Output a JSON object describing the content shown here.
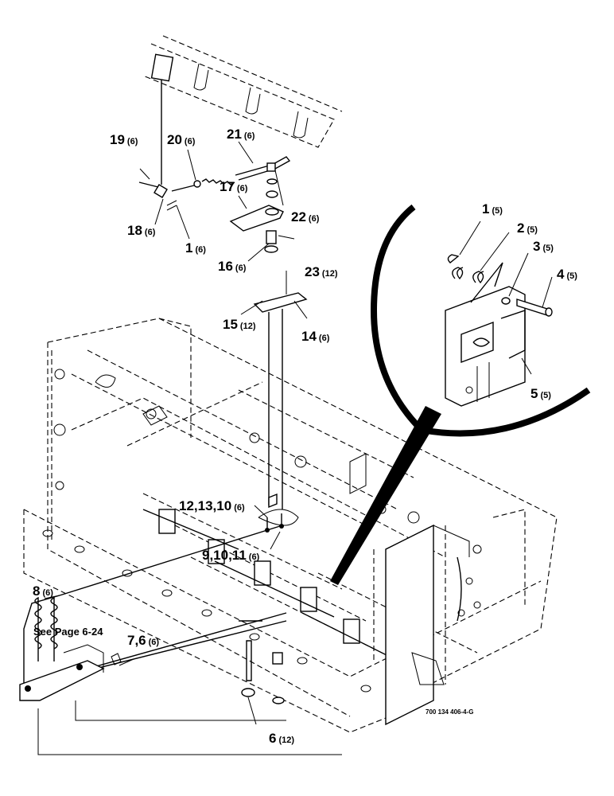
{
  "callouts": [
    {
      "num": "19",
      "qty": "(6)"
    },
    {
      "num": "20",
      "qty": "(6)"
    },
    {
      "num": "21",
      "qty": "(6)"
    },
    {
      "num": "17",
      "qty": "(6)"
    },
    {
      "num": "22",
      "qty": "(6)"
    },
    {
      "num": "18",
      "qty": "(6)"
    },
    {
      "num": "1",
      "qty": "(6)"
    },
    {
      "num": "16",
      "qty": "(6)"
    },
    {
      "num": "23",
      "qty": "(12)"
    },
    {
      "num": "15",
      "qty": "(12)"
    },
    {
      "num": "14",
      "qty": "(6)"
    },
    {
      "num": "12,13,10",
      "qty": "(6)"
    },
    {
      "num": "9,10,11",
      "qty": "(6)"
    },
    {
      "num": "8",
      "qty": "(6)"
    },
    {
      "num": "7,6",
      "qty": "(6)"
    },
    {
      "num": "6",
      "qty": "(12)"
    }
  ],
  "detail_callouts": [
    {
      "num": "1",
      "qty": "(5)"
    },
    {
      "num": "2",
      "qty": "(5)"
    },
    {
      "num": "3",
      "qty": "(5)"
    },
    {
      "num": "4",
      "qty": "(5)"
    },
    {
      "num": "5",
      "qty": "(5)"
    }
  ],
  "see_page_note": "See Page 6-24",
  "figure_id": "700 134 406-4-G"
}
